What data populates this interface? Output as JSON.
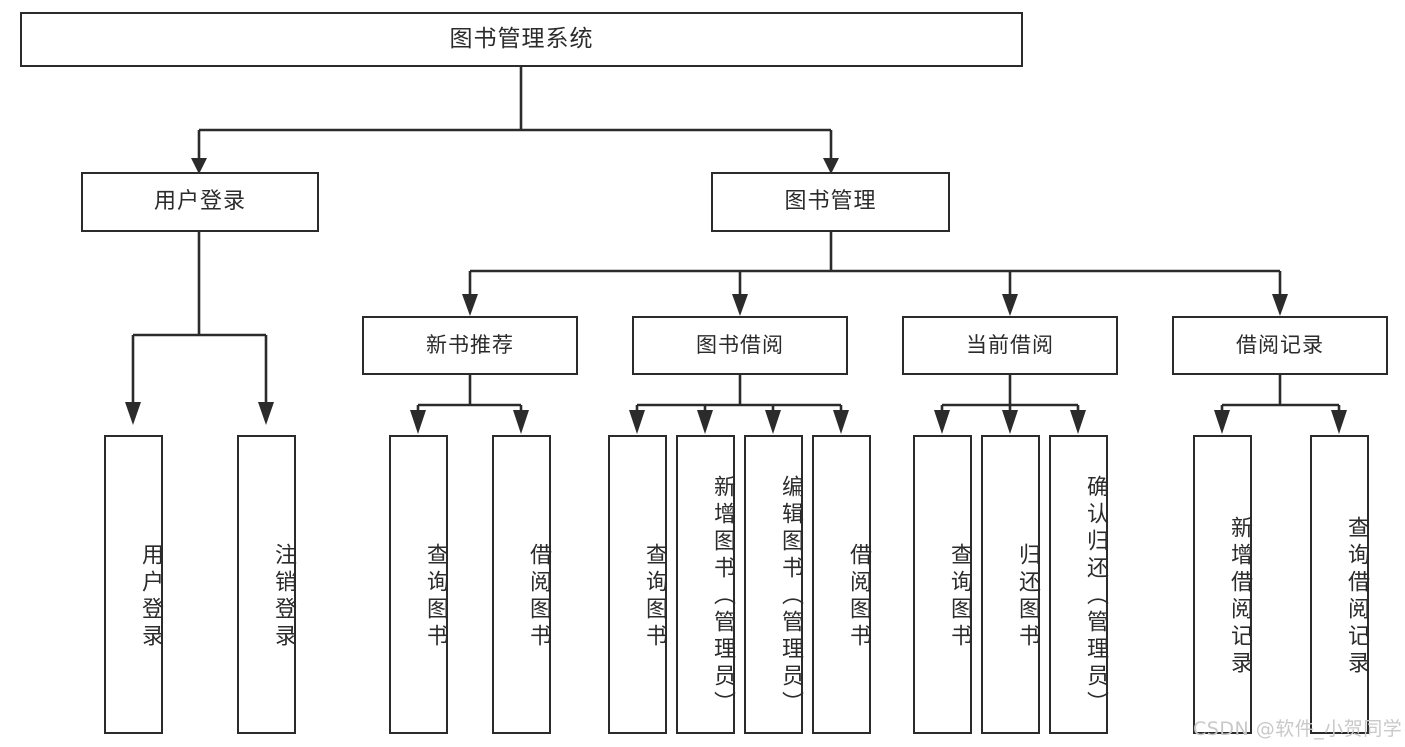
{
  "diagram": {
    "type": "tree",
    "title": "图书管理系统",
    "watermark": "CSDN @软件_小贺同学",
    "colors": {
      "box_border": "#2b2b2b",
      "box_fill": "#ffffff",
      "text": "#2b2b2b",
      "connector": "#2b2b2b",
      "watermark": "#c9c9c9",
      "background": "#ffffff"
    },
    "root": {
      "label": "图书管理系统"
    },
    "level2": [
      {
        "label": "用户登录"
      },
      {
        "label": "图书管理"
      }
    ],
    "level3": [
      {
        "label": "新书推荐"
      },
      {
        "label": "图书借阅"
      },
      {
        "label": "当前借阅"
      },
      {
        "label": "借阅记录"
      }
    ],
    "leaves": {
      "user_login": [
        {
          "label": "用户登录"
        },
        {
          "label": "注销登录"
        }
      ],
      "new_book_recommend": [
        {
          "label": "查询图书"
        },
        {
          "label": "借阅图书"
        }
      ],
      "book_borrow": [
        {
          "label": "查询图书"
        },
        {
          "label": "新增图书（管理员）"
        },
        {
          "label": "编辑图书（管理员）"
        },
        {
          "label": "借阅图书"
        }
      ],
      "current_borrow": [
        {
          "label": "查询图书"
        },
        {
          "label": "归还图书"
        },
        {
          "label": "确认归还（管理员）"
        }
      ],
      "borrow_record": [
        {
          "label": "新增借阅记录"
        },
        {
          "label": "查询借阅记录"
        }
      ]
    }
  }
}
